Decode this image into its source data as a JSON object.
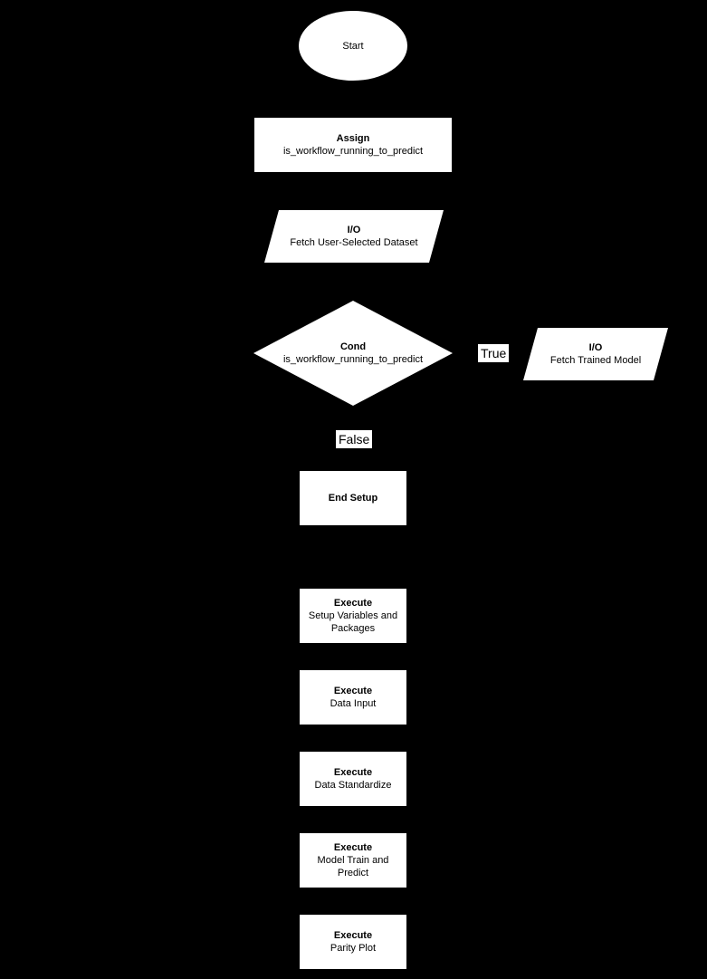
{
  "diagram": {
    "colors": {
      "background": "#000000",
      "node_fill": "#ffffff",
      "node_text": "#000000"
    },
    "nodes": {
      "start": {
        "title": "Start"
      },
      "assign": {
        "title": "Assign",
        "subtitle": "is_workflow_running_to_predict"
      },
      "io_fetch_dataset": {
        "title": "I/O",
        "subtitle": "Fetch User-Selected Dataset"
      },
      "cond": {
        "title": "Cond",
        "subtitle": "is_workflow_running_to_predict"
      },
      "io_fetch_model": {
        "title": "I/O",
        "subtitle": "Fetch Trained Model"
      },
      "end_setup": {
        "title": "End Setup"
      },
      "exec_setup_vars": {
        "title": "Execute",
        "subtitle": "Setup Variables and Packages"
      },
      "exec_data_input": {
        "title": "Execute",
        "subtitle": "Data Input"
      },
      "exec_data_standardize": {
        "title": "Execute",
        "subtitle": "Data Standardize"
      },
      "exec_model_train": {
        "title": "Execute",
        "subtitle": "Model Train and Predict"
      },
      "exec_parity_plot": {
        "title": "Execute",
        "subtitle": "Parity Plot"
      }
    },
    "edge_labels": {
      "true": "True",
      "false": "False"
    }
  }
}
